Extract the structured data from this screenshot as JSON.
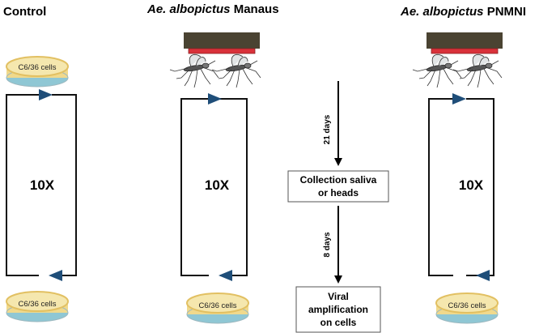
{
  "headers": {
    "control": "Control",
    "manaus_species": "Ae. albopictus",
    "manaus_site": " Manaus",
    "pnmni_species": "Ae. albopictus",
    "pnmni_site": " PNMNI"
  },
  "columns": {
    "control": {
      "top_dish": "C6/36 cells",
      "multiplier": "10X",
      "bottom_dish": "C6/36 cells"
    },
    "manaus": {
      "multiplier": "10X",
      "bottom_dish": "C6/36 cells"
    },
    "pnmni": {
      "multiplier": "10X",
      "bottom_dish": "C6/36 cells"
    }
  },
  "flow": {
    "interval_1": "21 days",
    "step_1_line1": "Collection saliva",
    "step_1_line2": "or heads",
    "interval_2": "8 days",
    "step_2_line1": "Viral",
    "step_2_line2": "amplification",
    "step_2_line3": "on cells"
  },
  "colors": {
    "dish_fill": "#f3e2a2",
    "dish_rim": "#e8c66a",
    "dish_base": "#8fc7d4",
    "feeder": "#4a4332",
    "feeder_membrane": "#d9323a",
    "arrowhead": "#1f4e79"
  }
}
